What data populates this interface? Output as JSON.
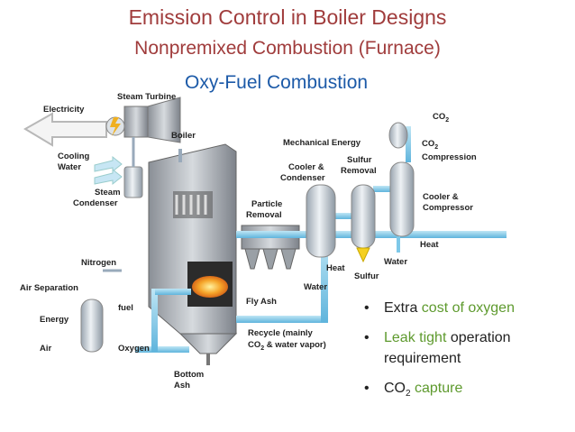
{
  "titles": {
    "line1": "Emission Control in Boiler Designs",
    "line2": "Nonpremixed Combustion (Furnace)",
    "line3": "Oxy-Fuel Combustion"
  },
  "labels": {
    "electricity": "Electricity",
    "steam_turbine": "Steam Turbine",
    "boiler": "Boiler",
    "cooling_water_1": "Cooling",
    "cooling_water_2": "Water",
    "steam_condenser_1": "Steam",
    "steam_condenser_2": "Condenser",
    "mechanical_energy": "Mechanical Energy",
    "co2_top": "CO",
    "co2_top_sub": "2",
    "co2_comp_1": "CO",
    "co2_comp_1_sub": "2",
    "co2_comp_2": "Compression",
    "sulfur_removal_1": "Sulfur",
    "sulfur_removal_2": "Removal",
    "cooler_condenser_1": "Cooler &",
    "cooler_condenser_2": "Condenser",
    "particle_removal_1": "Particle",
    "particle_removal_2": "Removal",
    "cooler_compressor_1": "Cooler &",
    "cooler_compressor_2": "Compressor",
    "heat_right": "Heat",
    "nitrogen": "Nitrogen",
    "heat_mid": "Heat",
    "water_right": "Water",
    "sulfur": "Sulfur",
    "air_separation": "Air Separation",
    "water_mid": "Water",
    "fly_ash": "Fly Ash",
    "fuel": "fuel",
    "energy": "Energy",
    "recycle_1": "Recycle (mainly",
    "recycle_2a": "CO",
    "recycle_2_sub": "2",
    "recycle_2b": " & water vapor)",
    "air": "Air",
    "oxygen": "Oxygen",
    "bottom_ash_1": "Bottom",
    "bottom_ash_2": "Ash"
  },
  "bullets": [
    {
      "lead": "Extra ",
      "accent": "cost of oxygen",
      "trail": ""
    },
    {
      "lead": "",
      "accent": "Leak tight",
      "trail": " operation requirement"
    },
    {
      "lead": "CO",
      "sub": "2",
      "accent": " capture",
      "trail": ""
    }
  ],
  "colors": {
    "title": "#a03c3c",
    "subtitle_blue": "#1c5aa8",
    "accent_green": "#5e9a2e",
    "pipe_blue": "#7ec8e8",
    "flame": "#f08a20"
  }
}
